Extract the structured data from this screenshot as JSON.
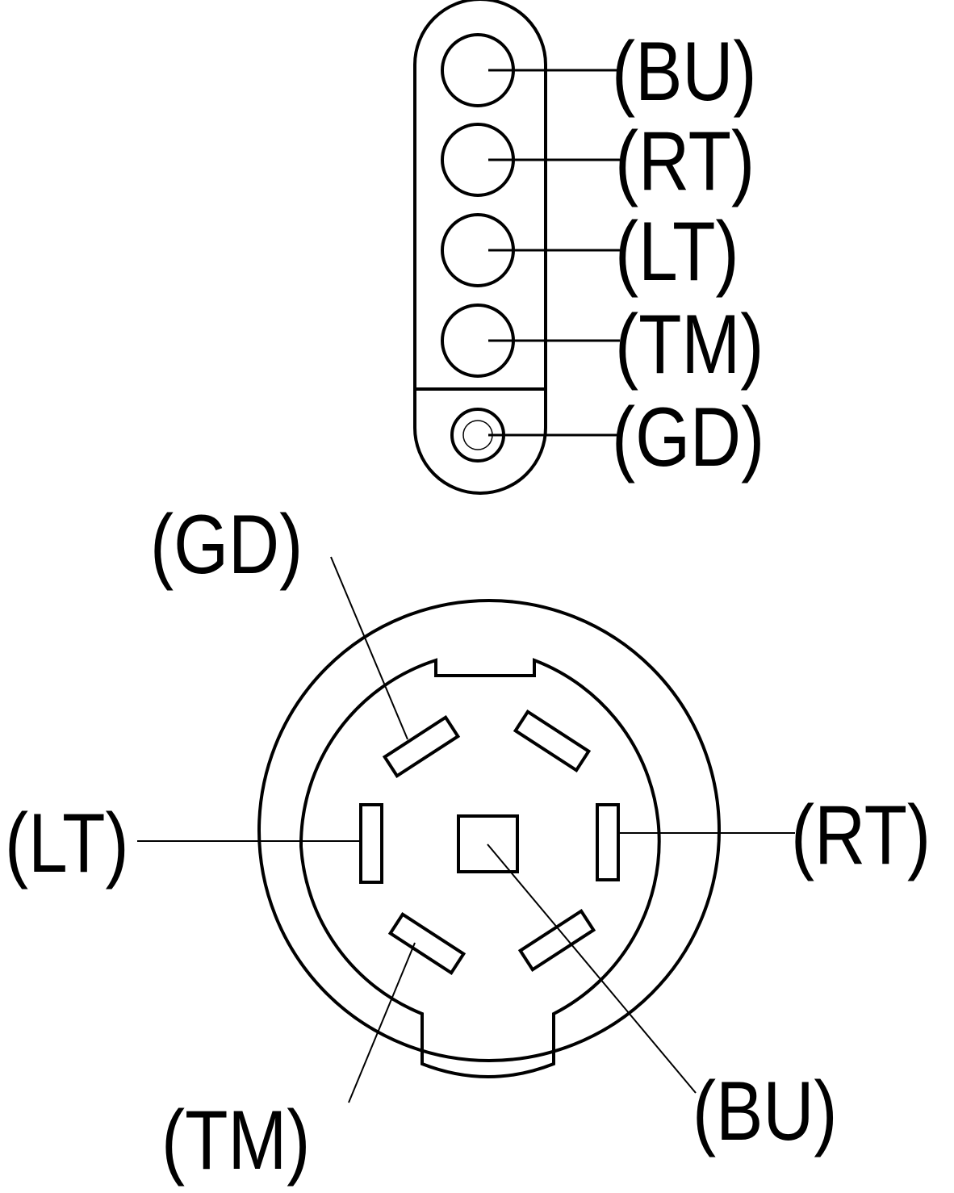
{
  "flat_connector": {
    "pins": [
      {
        "code": "(BU)"
      },
      {
        "code": "(RT)"
      },
      {
        "code": "(LT)"
      },
      {
        "code": "(TM)"
      },
      {
        "code": "(GD)"
      }
    ]
  },
  "round_connector": {
    "pins": {
      "gd": "(GD)",
      "lt": "(LT)",
      "rt": "(RT)",
      "tm": "(TM)",
      "bu": "(BU)"
    }
  },
  "colors": {
    "line": "#000000",
    "background": "#ffffff"
  }
}
